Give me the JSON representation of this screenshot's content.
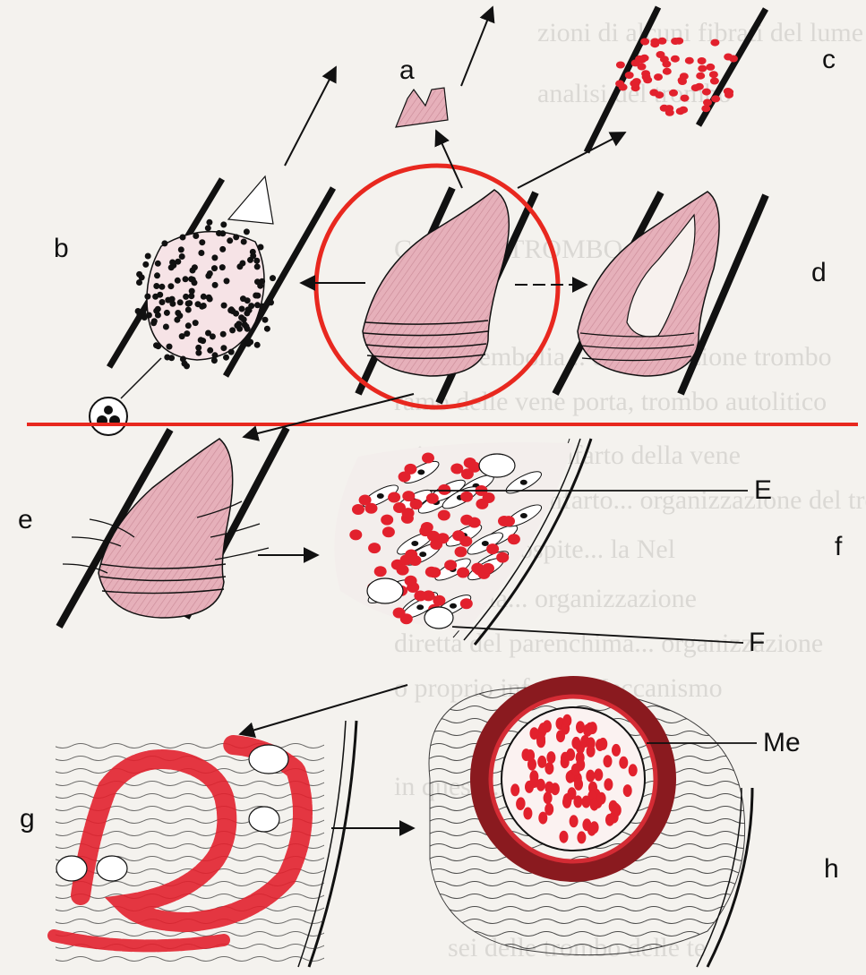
{
  "panel_labels": {
    "a": "a",
    "b": "b",
    "c": "c",
    "d": "d",
    "e": "e",
    "f": "f",
    "g": "g",
    "h": "h"
  },
  "callout_labels": {
    "E": "E",
    "F": "F",
    "Me": "Me"
  },
  "background_text": [
    "zioni di alcuni fibrati del lume e la sostanza",
    "analisi del trombo",
    "COLARE TROMBO",
    "e l'embolia... degenerazione trombo",
    "ramo delle vene porta, trombo autolitico",
    "orio di Zahn. l'infarto della vene",
    "determinare l'infarto... organizzazione del trombo",
    "sola arteria ospite... la Nel",
    "dell'arteria... organizzazione",
    "diretta del parenchima... organizzazione",
    "o proprio infarto. Meccanismo",
    "in questi... un ramo",
    "sei delle trombo delle te"
  ],
  "colors": {
    "thrombus_pink": "#e3aab4",
    "thrombus_stripe": "#c98996",
    "rbc_red": "#e2212d",
    "highlight_red": "#e8281f",
    "ink": "#111111",
    "vessel_wall_dark": "#8a1a1f"
  }
}
